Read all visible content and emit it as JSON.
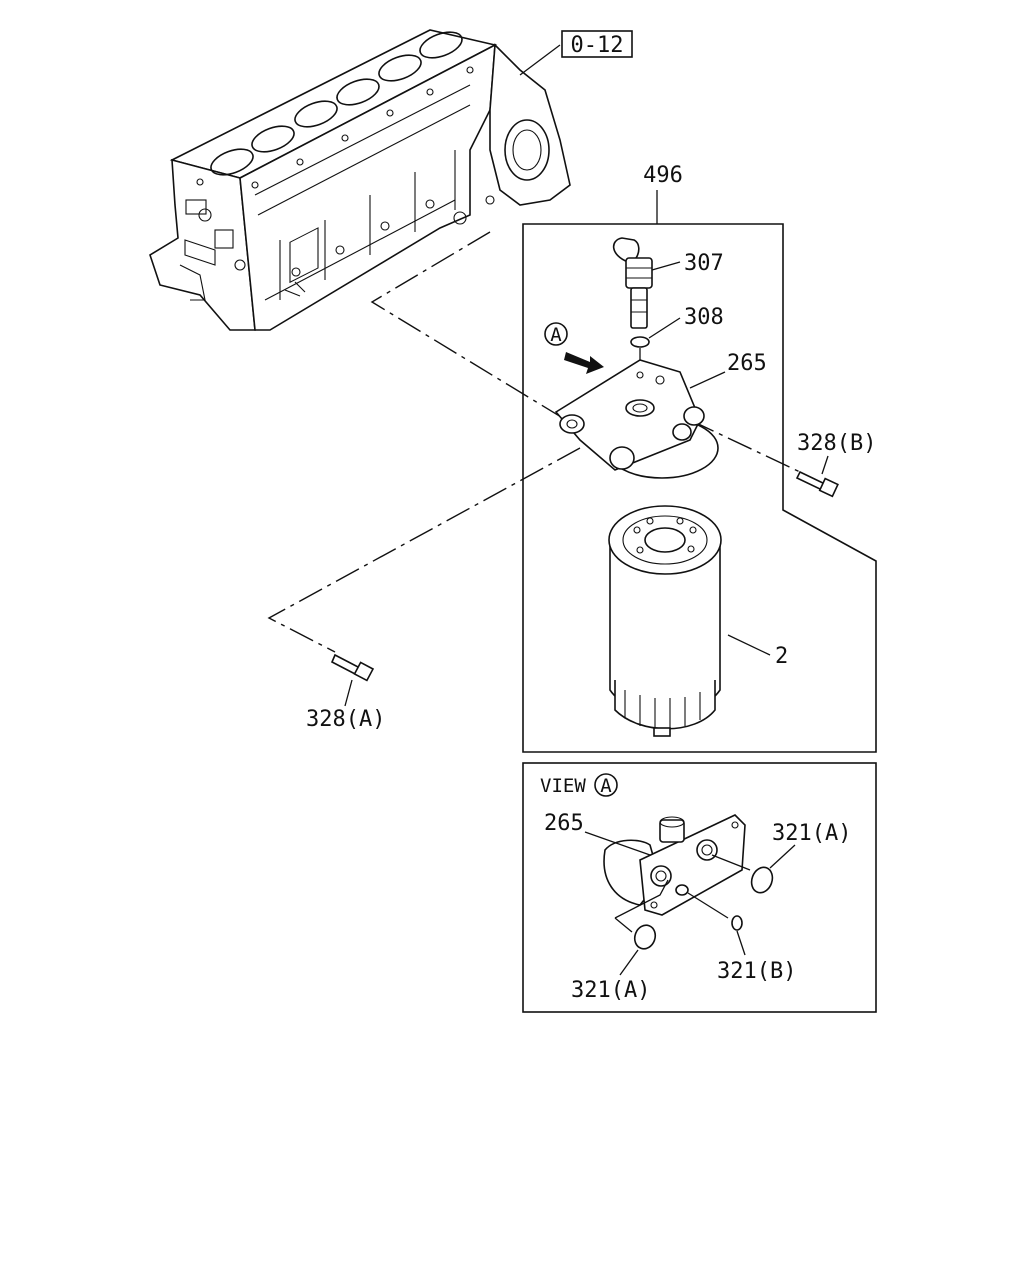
{
  "diagram": {
    "ref_box": "0-12",
    "assembly_number": "496",
    "view_marker": "A",
    "parts": {
      "sensor": "307",
      "o_ring": "308",
      "filter_head": "265",
      "bolt_b": "328(B)",
      "filter_cartridge": "2",
      "bolt_a": "328(A)"
    },
    "view_a": {
      "title": "VIEW",
      "marker": "A",
      "filter_head": "265",
      "o_ring_a_right": "321(A)",
      "o_ring_a_bottom": "321(A)",
      "o_ring_b": "321(B)"
    }
  }
}
